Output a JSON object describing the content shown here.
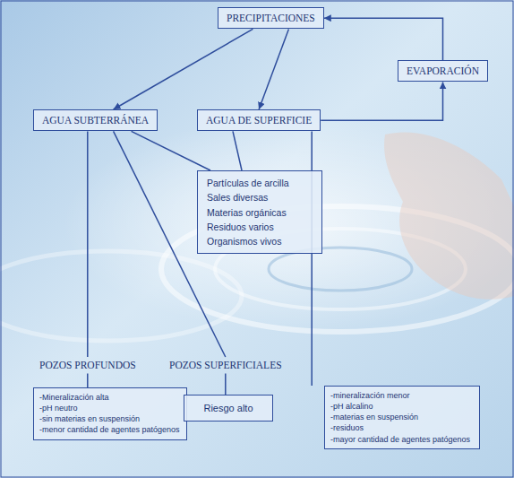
{
  "diagram": {
    "nodes": [
      {
        "text": [
          "PRECIPITACIONES"
        ]
      },
      {
        "text": [
          "EVAPORACIÓN"
        ]
      },
      {
        "text": [
          "AGUA SUBTERRÁNEA"
        ]
      },
      {
        "text": [
          "AGUA DE SUPERFICIE"
        ]
      },
      {
        "text": [
          "Partículas de arcilla",
          "Sales diversas",
          "Materias orgánicas",
          "Residuos varios",
          "Organismos vivos"
        ]
      },
      {
        "text": [
          "POZOS PROFUNDOS"
        ]
      },
      {
        "text": [
          "POZOS SUPERFICIALES"
        ]
      },
      {
        "text": [
          "-Mineralización alta",
          "-pH neutro",
          "-sin materias en suspensión",
          "-menor cantidad de agentes patógenos"
        ]
      },
      {
        "text": [
          "Riesgo alto"
        ]
      },
      {
        "text": [
          "-mineralización menor",
          "-pH alcalino",
          "-materias en suspensión",
          "-residuos",
          "-mayor cantidad de agentes patógenos"
        ]
      }
    ],
    "edges": [
      {
        "from": 0,
        "to": 2,
        "arrow": "to"
      },
      {
        "from": 0,
        "to": 3,
        "arrow": "to"
      },
      {
        "from": 3,
        "to": 1,
        "arrow": "to"
      },
      {
        "from": 1,
        "to": 0,
        "arrow": "to"
      },
      {
        "from": 2,
        "to": 4,
        "arrow": "none"
      },
      {
        "from": 3,
        "to": 4,
        "arrow": "none"
      },
      {
        "from": 2,
        "to": 5,
        "arrow": "none"
      },
      {
        "from": 2,
        "to": 6,
        "arrow": "none"
      },
      {
        "from": 5,
        "to": 7,
        "arrow": "none"
      },
      {
        "from": 6,
        "to": 8,
        "arrow": "none"
      },
      {
        "from": 3,
        "to": 9,
        "arrow": "none"
      }
    ]
  }
}
